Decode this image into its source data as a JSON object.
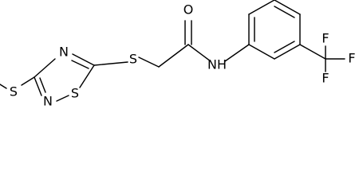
{
  "labels": {
    "s_methylthio": "S",
    "n_ring_top": "N",
    "n_ring_bottom": "N",
    "s_ring": "S",
    "s_linker": "S",
    "o_carbonyl": "O",
    "nh_amide": "NH",
    "f_top": "F",
    "f_right": "F",
    "f_bottom": "F"
  },
  "colors": {
    "ink": "#000000",
    "background": "#ffffff"
  }
}
